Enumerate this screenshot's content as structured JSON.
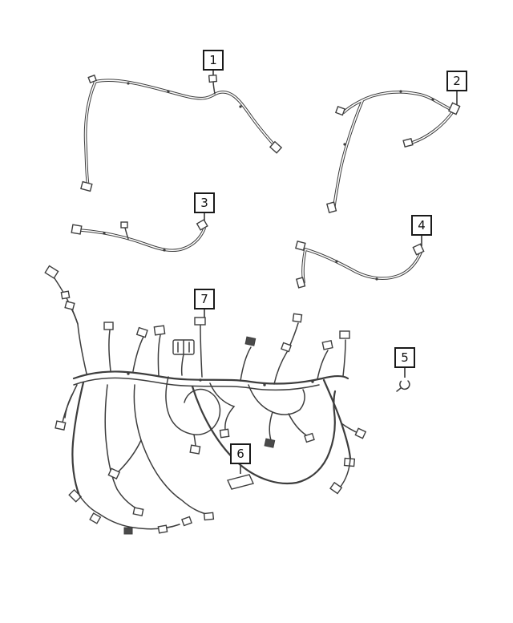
{
  "figure": {
    "background": "#ffffff",
    "line_color": "#3d3d3d",
    "callout_border": "#1a1a1a"
  },
  "callouts": [
    {
      "label": "1"
    },
    {
      "label": "2"
    },
    {
      "label": "3"
    },
    {
      "label": "4"
    },
    {
      "label": "5"
    },
    {
      "label": "6"
    },
    {
      "label": "7"
    }
  ]
}
